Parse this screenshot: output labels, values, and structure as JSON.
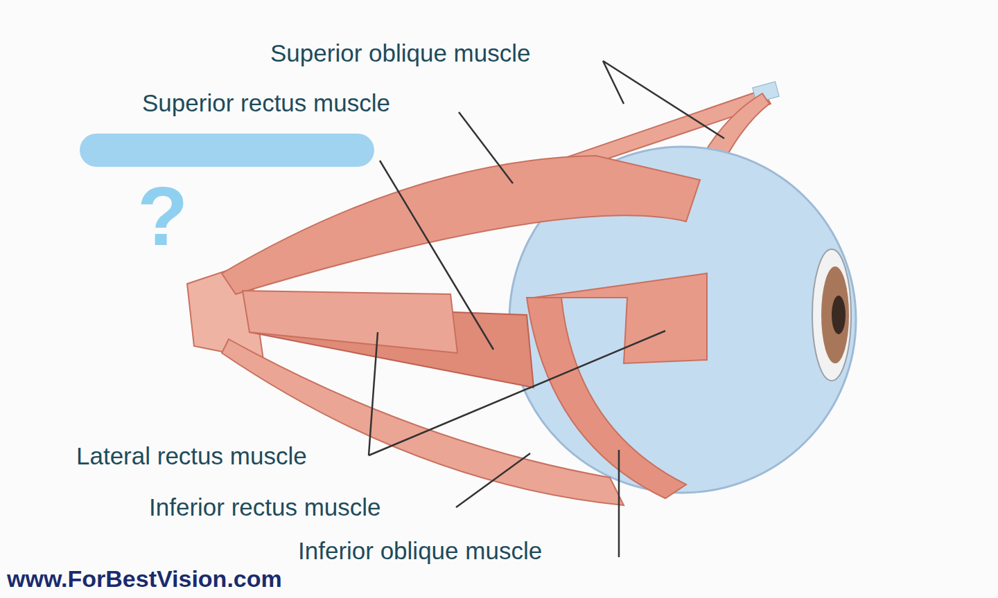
{
  "diagram": {
    "labels": [
      "Superior oblique muscle",
      "Superior rectus muscle",
      "?",
      "Lateral rectus muscle",
      "Inferior rectus muscle",
      "Inferior oblique muscle",
      "www.ForBestVision.com"
    ]
  }
}
